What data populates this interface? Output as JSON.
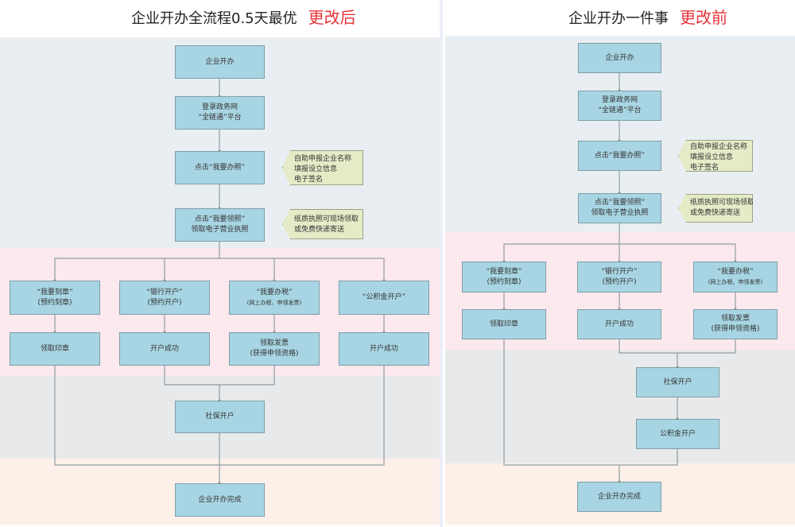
{
  "left": {
    "title": "企业开办全流程0.5天最优",
    "tag": "更改后",
    "nodes": {
      "start": [
        "企业开办"
      ],
      "login": [
        "登录政务网",
        "“全链通”平台"
      ],
      "apply": [
        "点击“我要办照”"
      ],
      "license": [
        "点击“我要领照”",
        "领取电子营业执照"
      ],
      "seal": [
        "“我要刻章”",
        "(预约刻章)"
      ],
      "bank": [
        "“银行开户”",
        "(预约开户)"
      ],
      "tax": [
        "“我要办税”",
        "(网上办税、申领发票)"
      ],
      "fund": [
        "“公积金开户”"
      ],
      "seal_get": [
        "领取印章"
      ],
      "bank_ok": [
        "开户成功"
      ],
      "invoice": [
        "领取发票",
        "(获得申领资格)"
      ],
      "fund_ok": [
        "开户成功"
      ],
      "social": [
        "社保开户"
      ],
      "done": [
        "企业开办完成"
      ]
    },
    "notes": {
      "apply_note": [
        "自助申报企业名称",
        "填报设立信息",
        "电子签名"
      ],
      "license_note": [
        "纸质执照可现场领取",
        "或免费快递寄送"
      ]
    }
  },
  "right": {
    "title": "企业开办一件事",
    "tag": "更改前",
    "nodes": {
      "start": [
        "企业开办"
      ],
      "login": [
        "登录政务网",
        "“全链通”平台"
      ],
      "apply": [
        "点击“我要办照”"
      ],
      "license": [
        "点击“我要领照”",
        "领取电子营业执照"
      ],
      "seal": [
        "“我要刻章”",
        "(预约刻章)"
      ],
      "bank": [
        "“银行开户”",
        "(预约开户)"
      ],
      "tax": [
        "“我要办税”",
        "(网上办税、申领发票)"
      ],
      "seal_get": [
        "领取印章"
      ],
      "bank_ok": [
        "开户成功"
      ],
      "invoice": [
        "领取发票",
        "(获得申领资格)"
      ],
      "social": [
        "社保开户"
      ],
      "fund": [
        "公积金开户"
      ],
      "done": [
        "企业开办完成"
      ]
    },
    "notes": {
      "apply_note": [
        "自助申报企业名称",
        "填报设立信息",
        "电子签名"
      ],
      "license_note": [
        "纸质执照可现场领取",
        "或免费快递寄送"
      ]
    }
  },
  "colors": {
    "node_fill": "#a8d5e3",
    "note_fill": "#e4ebc6",
    "band_pre": "#e8eef1",
    "band_parallel": "#fbe9ee",
    "band_follow": "#e8e9ea",
    "band_done": "#fdf0e9",
    "tag": "#e8333a"
  }
}
